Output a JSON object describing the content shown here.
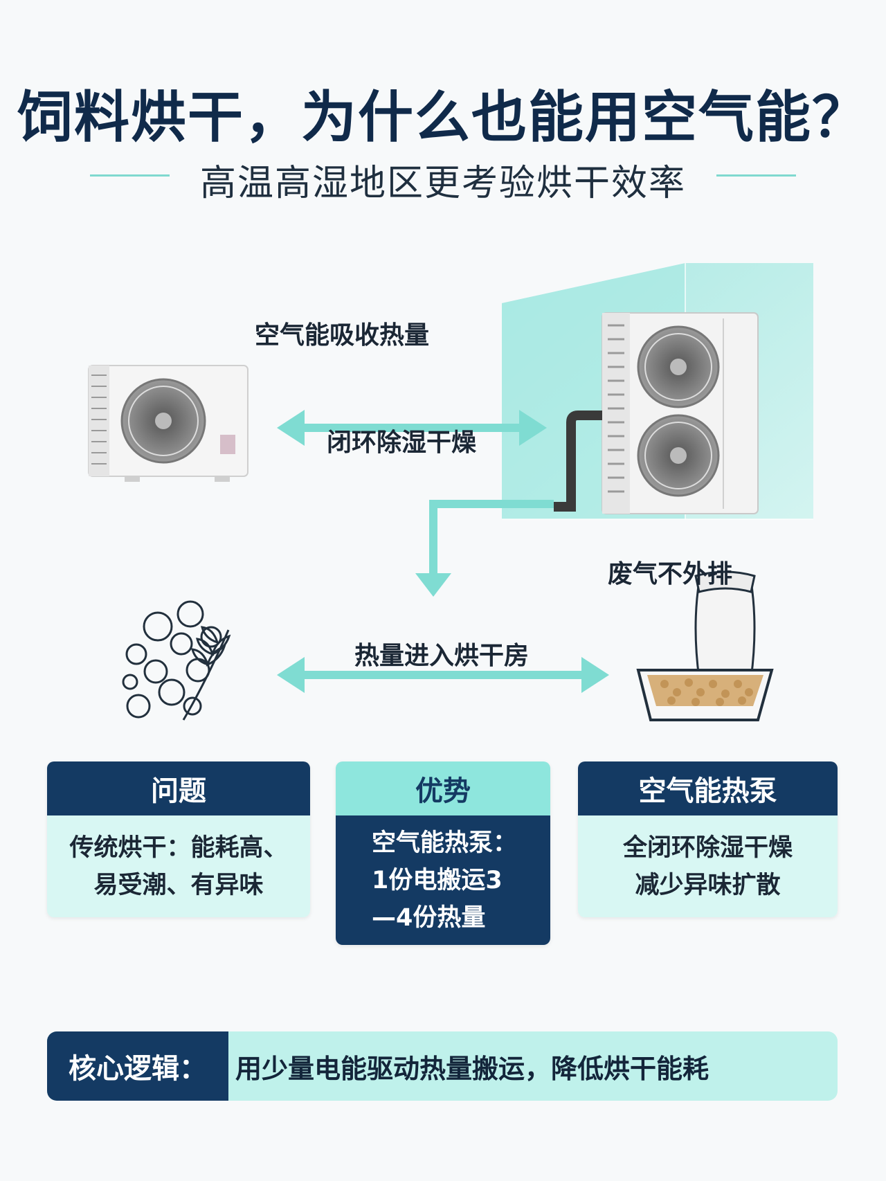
{
  "header": {
    "title": "饲料烘干，为什么也能用空气能？",
    "subtitle": "高温高湿地区更考验烘干效率"
  },
  "diagram": {
    "label_absorb": "空气能吸收热量",
    "label_closed_loop": "闭环除湿干燥",
    "label_no_exhaust": "废气不外排",
    "label_heat_into_room": "热量进入烘干房"
  },
  "cards": [
    {
      "title": "问题",
      "lines": [
        "传统烘干：能耗高、",
        "易受潮、有异味"
      ]
    },
    {
      "title": "优势",
      "lines": [
        "空气能热泵：",
        "1份电搬运3",
        "—4份热量"
      ]
    },
    {
      "title": "空气能热泵",
      "lines": [
        "全闭环除湿干燥",
        "减少异味扩散"
      ]
    }
  ],
  "core": {
    "label": "核心逻辑：",
    "text": "用少量电能驱动热量搬运，降低烘干能耗"
  },
  "colors": {
    "navy": "#143a63",
    "teal": "#8ee6dd",
    "teal_light": "#d8f7f3",
    "arrow": "#7fdcd2"
  },
  "icons": [
    "small-heat-pump-icon",
    "large-heat-pump-icon",
    "grain-icon",
    "feed-tray-icon",
    "double-arrow-icon",
    "down-arrow-icon"
  ]
}
